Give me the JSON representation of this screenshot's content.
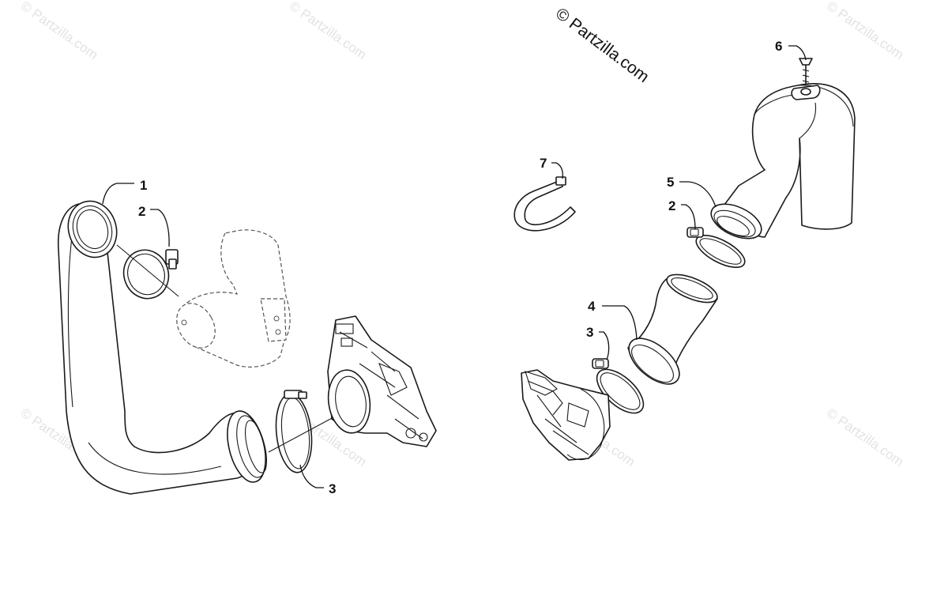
{
  "brand": {
    "text": "© Partzilla.com"
  },
  "watermark": {
    "text": "© Partzilla.com"
  },
  "callouts": {
    "left_1": "1",
    "left_2": "2",
    "left_3": "3",
    "right_2": "2",
    "right_3": "3",
    "right_4": "4",
    "right_5": "5",
    "right_6": "6",
    "right_7": "7"
  }
}
